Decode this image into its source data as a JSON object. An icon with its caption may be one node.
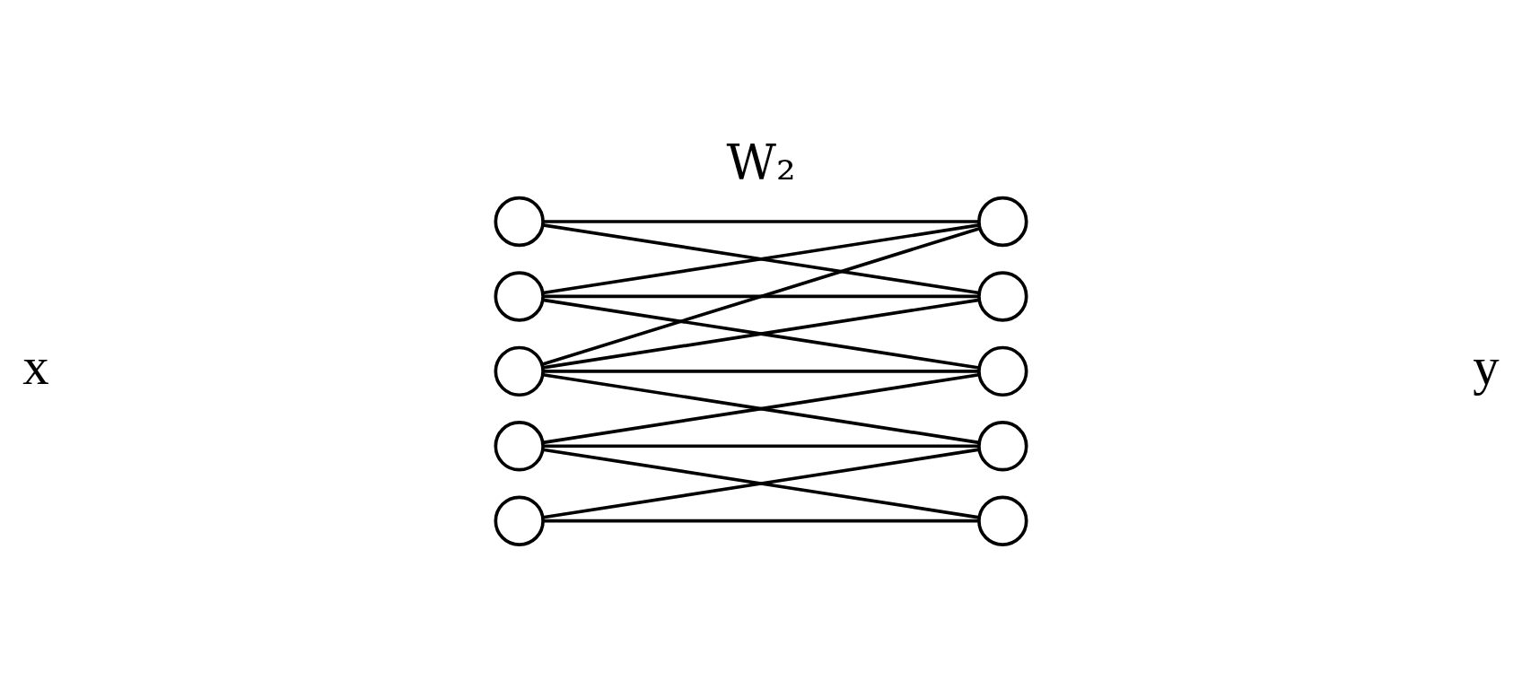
{
  "diagram": {
    "title": "W₂",
    "nodes": [
      {
        "text": [],
        "shape": "circle"
      },
      {
        "text": [],
        "shape": "circle"
      },
      {
        "text": [],
        "shape": "circle"
      },
      {
        "text": [],
        "shape": "circle"
      },
      {
        "text": [],
        "shape": "circle"
      },
      {
        "text": [],
        "shape": "circle"
      },
      {
        "text": [],
        "shape": "circle"
      },
      {
        "text": [],
        "shape": "circle"
      },
      {
        "text": [],
        "shape": "circle"
      },
      {
        "text": [],
        "shape": "circle"
      }
    ],
    "edges": [
      {
        "from": 0,
        "to": 5,
        "arrow": "none"
      },
      {
        "from": 0,
        "to": 6,
        "arrow": "none"
      },
      {
        "from": 1,
        "to": 5,
        "arrow": "none"
      },
      {
        "from": 1,
        "to": 6,
        "arrow": "none"
      },
      {
        "from": 1,
        "to": 7,
        "arrow": "none"
      },
      {
        "from": 2,
        "to": 5,
        "arrow": "none"
      },
      {
        "from": 2,
        "to": 6,
        "arrow": "none"
      },
      {
        "from": 2,
        "to": 7,
        "arrow": "none"
      },
      {
        "from": 2,
        "to": 8,
        "arrow": "none"
      },
      {
        "from": 3,
        "to": 7,
        "arrow": "none"
      },
      {
        "from": 3,
        "to": 8,
        "arrow": "none"
      },
      {
        "from": 3,
        "to": 9,
        "arrow": "none"
      },
      {
        "from": 4,
        "to": 8,
        "arrow": "none"
      },
      {
        "from": 4,
        "to": 9,
        "arrow": "none"
      }
    ],
    "labels": [
      "x",
      "y"
    ]
  }
}
